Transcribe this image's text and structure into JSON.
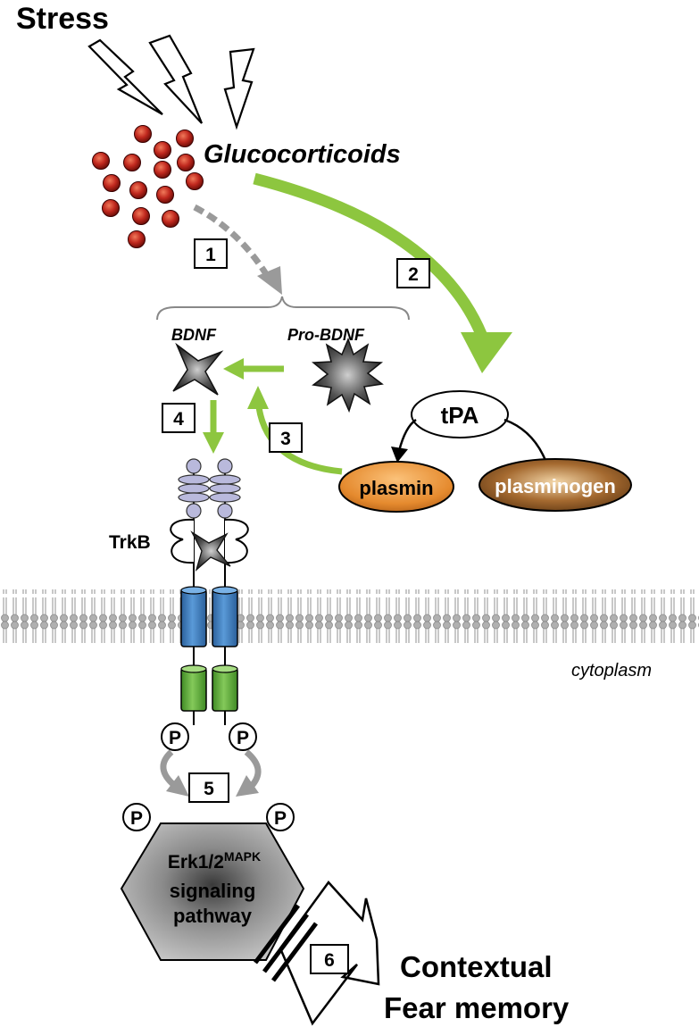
{
  "labels": {
    "stress": "Stress",
    "glucocorticoids": "Glucocorticoids",
    "bdnf": "BDNF",
    "pro_bdnf": "Pro-BDNF",
    "tpa": "tPA",
    "plasmin": "plasmin",
    "plasminogen": "plasminogen",
    "trkb": "TrkB",
    "cytoplasm": "cytoplasm",
    "phospho": "P",
    "erk_line1": "Erk1/2",
    "erk_superscript": "MAPK",
    "erk_line2": "signaling",
    "erk_line3": "pathway",
    "contextual": "Contextual",
    "fear_memory": "Fear memory"
  },
  "steps": [
    "1",
    "2",
    "3",
    "4",
    "5",
    "6"
  ],
  "colors": {
    "green_arrow": "#8dc63f",
    "grey_arrow": "#9a9a9a",
    "glucocorticoid_red": "#c0281e",
    "plasmin_orange": "#e58a2e",
    "plasminogen_brown": "#7a4a1e",
    "receptor_lavender": "#b9b9dc",
    "transmembrane_blue": "#3f7fc2",
    "kinase_green": "#6cb63e",
    "membrane_grey": "#9e9e9e",
    "hexagon_grey": "#a8a8a8"
  }
}
